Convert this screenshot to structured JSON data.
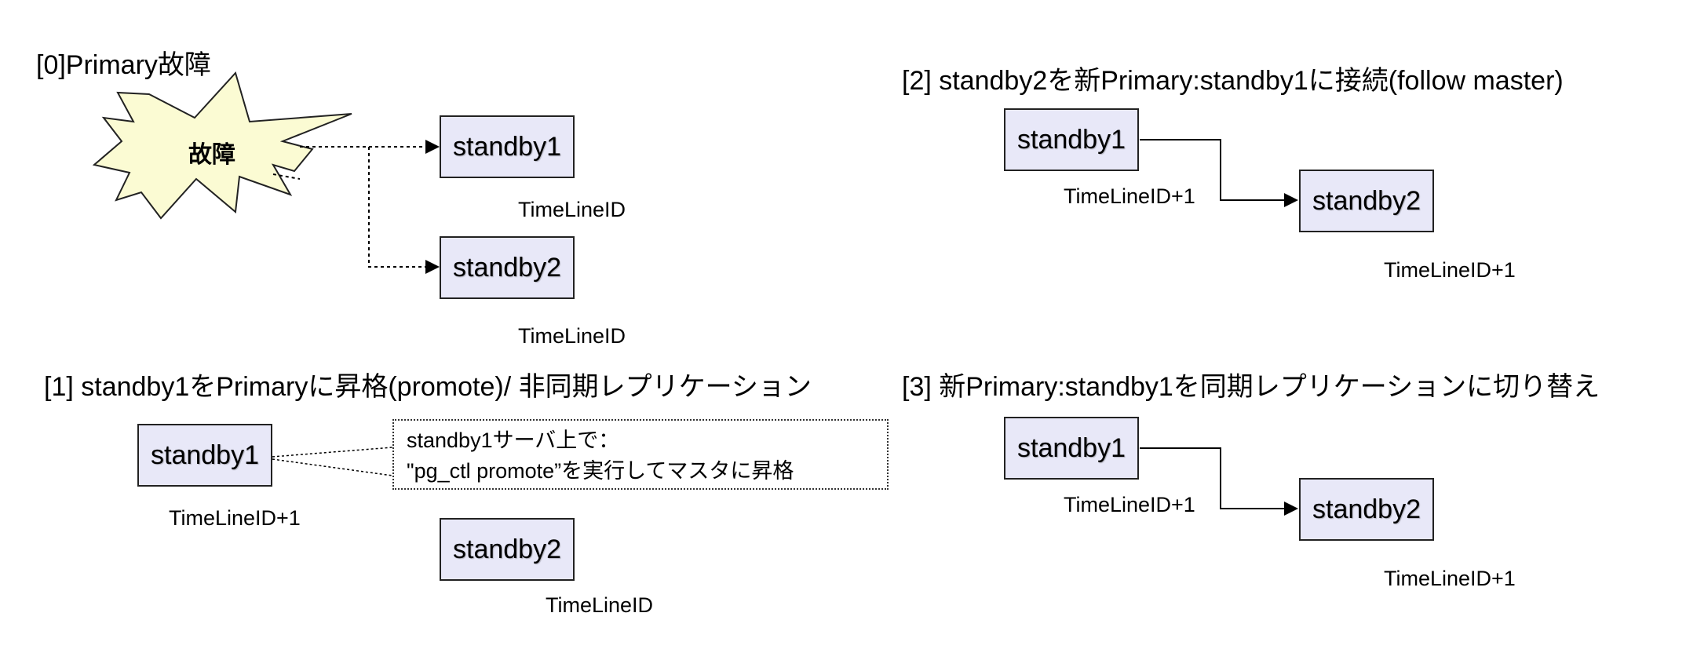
{
  "panels": {
    "p0": {
      "title": "[0]Primary故障",
      "burst_label": "故障",
      "node_a": "standby1",
      "node_a_sub": "TimeLineID",
      "node_b": "standby2",
      "node_b_sub": "TimeLineID"
    },
    "p1": {
      "title": "[1] standby1をPrimaryに昇格(promote)/ 非同期レプリケーション",
      "node_a": "standby1",
      "node_a_sub": "TimeLineID+1",
      "note_line1": "standby1サーバ上で：",
      "note_line2": "\"pg_ctl promote”を実行してマスタに昇格",
      "node_b": "standby2",
      "node_b_sub": "TimeLineID"
    },
    "p2": {
      "title": "[2] standby2を新Primary:standby1に接続(follow master)",
      "node_a": "standby1",
      "node_a_sub": "TimeLineID+1",
      "node_b": "standby2",
      "node_b_sub": "TimeLineID+1"
    },
    "p3": {
      "title": "[3] 新Primary:standby1を同期レプリケーションに切り替え",
      "node_a": "standby1",
      "node_a_sub": "TimeLineID+1",
      "node_b": "standby2",
      "node_b_sub": "TimeLineID+1"
    }
  },
  "colors": {
    "node_fill": "#e8e8f8",
    "burst_fill": "#fbfbd3"
  }
}
